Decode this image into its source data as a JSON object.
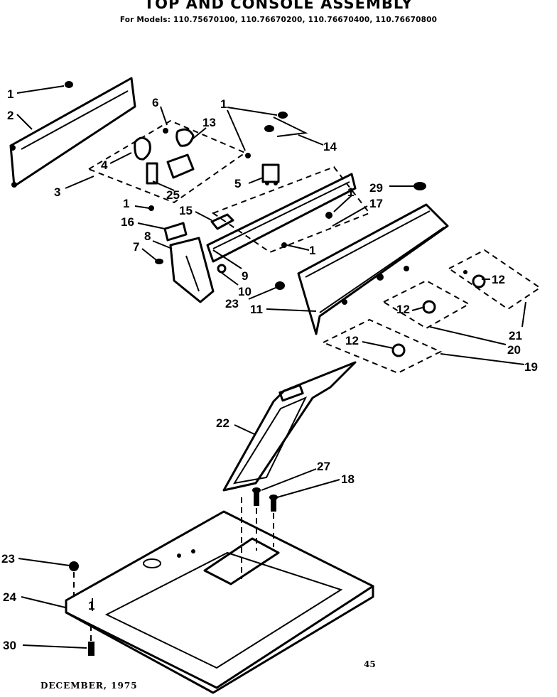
{
  "header": {
    "title": "TOP AND CONSOLE ASSEMBLY",
    "subtitle": "For Models: 110.75670100, 110.76670200, 110.76670400, 110.76670800"
  },
  "footer": {
    "date": "DECEMBER, 1975",
    "page": "45"
  },
  "labels": {
    "l1a": "1",
    "l2": "2",
    "l3": "3",
    "l4": "4",
    "l25": "25",
    "l6": "6",
    "l13": "13",
    "l1b": "1",
    "l14": "14",
    "l5": "5",
    "l1c": "1",
    "l17": "17",
    "l29": "29",
    "l1d": "1",
    "l15": "15",
    "l16": "16",
    "l8": "8",
    "l7": "7",
    "l1e": "1",
    "l9": "9",
    "l10": "10",
    "l23a": "23",
    "l11": "11",
    "l12a": "12",
    "l12b": "12",
    "l12c": "12",
    "l21": "21",
    "l20": "20",
    "l19": "19",
    "l22": "22",
    "l27": "27",
    "l18": "18",
    "l23b": "23",
    "l24": "24",
    "l30": "30",
    "l1f": "1"
  }
}
